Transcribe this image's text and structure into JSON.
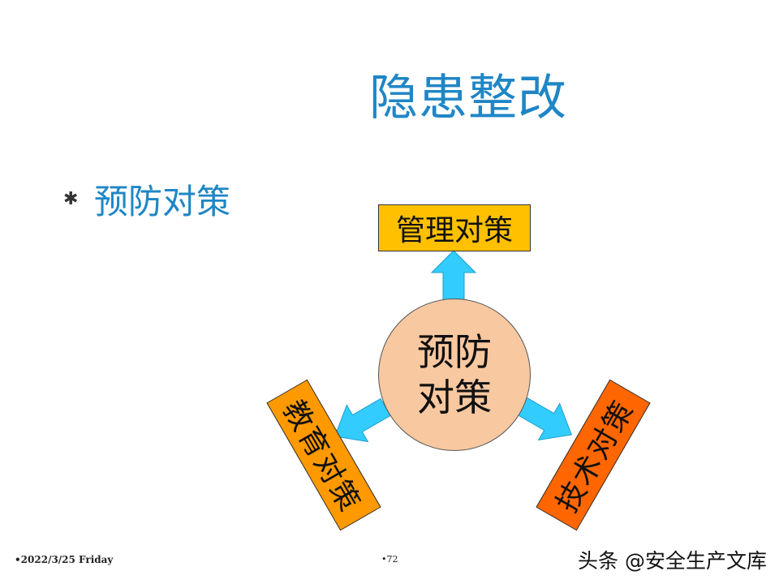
{
  "slide": {
    "title": "隐患整改",
    "bullet": {
      "mark": "✱",
      "text": "预防对策"
    }
  },
  "diagram": {
    "center": {
      "line1": "预防",
      "line2": "对策"
    },
    "top_box": "管理对策",
    "left_box": "教育对策",
    "right_box": "技术对策",
    "arrow_color": "#33ccff",
    "colors": {
      "top": "#ffc000",
      "left": "#ff9900",
      "right": "#ff6600",
      "center": "#f8c8a0"
    }
  },
  "footer": {
    "date": "•2022/3/25 Friday",
    "page": "•72",
    "watermark": "头条 @安全生产文库"
  }
}
